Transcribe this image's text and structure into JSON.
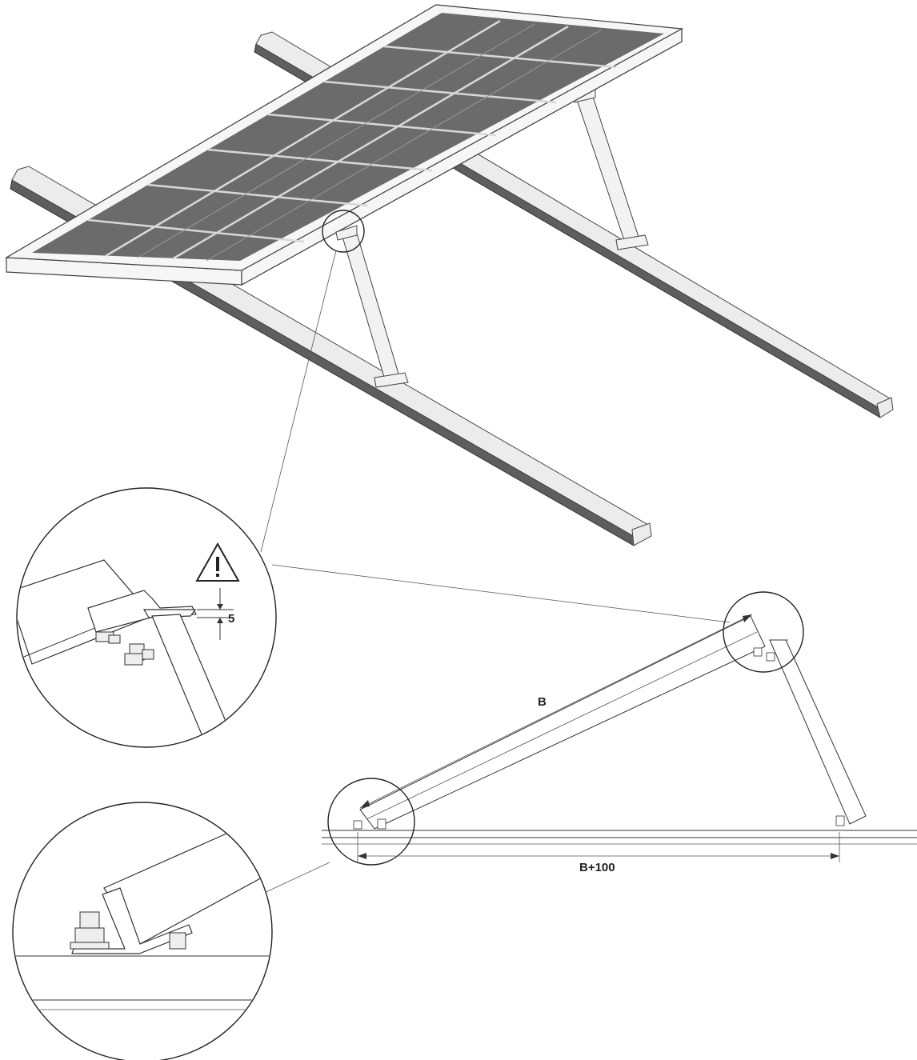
{
  "labels": {
    "gap_value": "5",
    "panel_length": "B",
    "base_length": "B+100"
  },
  "icons": {
    "warning": "warning-triangle-icon"
  },
  "colors": {
    "panel_cells": "#6b6b6b",
    "rail_shadow": "#5e5e5e",
    "outline": "#333333",
    "background": "#ffffff"
  }
}
